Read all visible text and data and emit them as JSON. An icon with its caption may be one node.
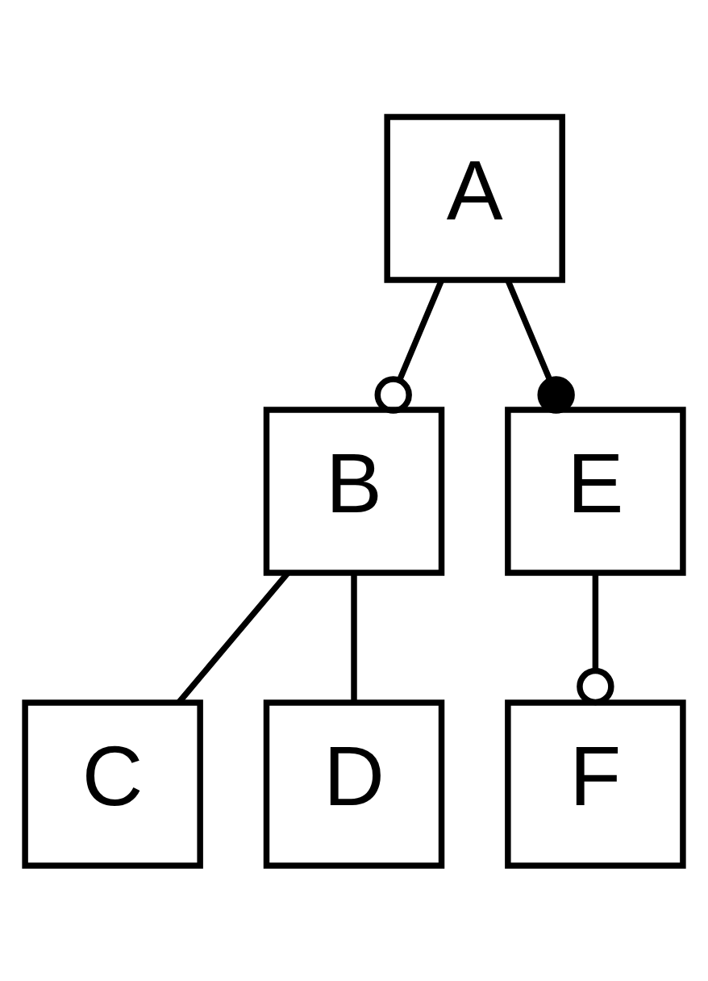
{
  "diagram": {
    "nodes": [
      {
        "text": [
          "A"
        ]
      },
      {
        "text": [
          "B"
        ]
      },
      {
        "text": [
          "E"
        ]
      },
      {
        "text": [
          "C"
        ]
      },
      {
        "text": [
          "D"
        ]
      },
      {
        "text": [
          "F"
        ]
      }
    ],
    "edges": [
      {
        "from": 0,
        "to": 1,
        "arrow": "other"
      },
      {
        "from": 0,
        "to": 2,
        "arrow": "other"
      },
      {
        "from": 1,
        "to": 3,
        "arrow": "none"
      },
      {
        "from": 1,
        "to": 4,
        "arrow": "none"
      },
      {
        "from": 2,
        "to": 5,
        "arrow": "other"
      }
    ]
  }
}
